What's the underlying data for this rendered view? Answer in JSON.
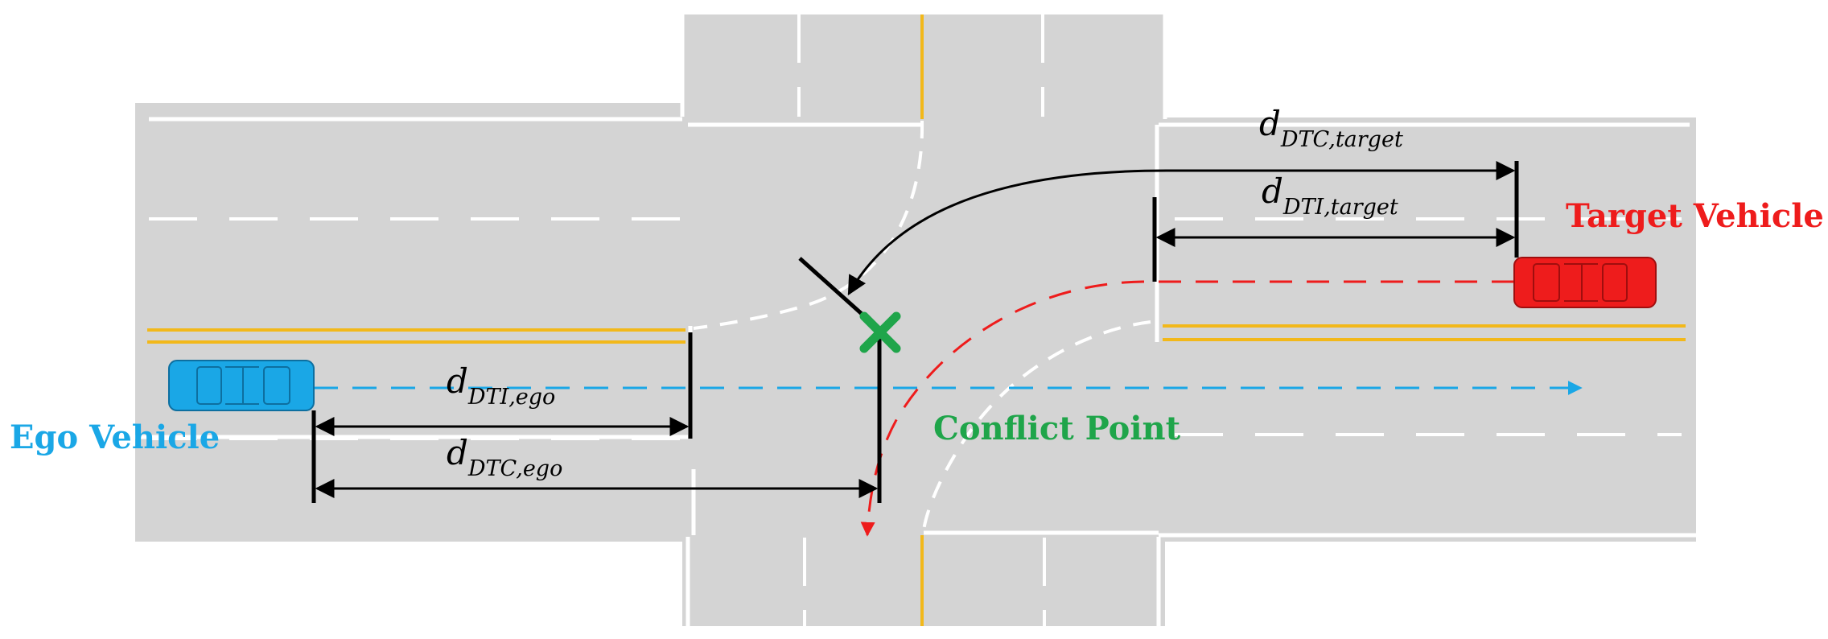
{
  "labels": {
    "ego_vehicle": "Ego Vehicle",
    "target_vehicle": "Target Vehicle",
    "conflict_point": "Conflict Point"
  },
  "distances": {
    "dti_ego": {
      "symbol": "d",
      "subscript": "DTI,ego"
    },
    "dtc_ego": {
      "symbol": "d",
      "subscript": "DTC,ego"
    },
    "dti_target": {
      "symbol": "d",
      "subscript": "DTI,target"
    },
    "dtc_target": {
      "symbol": "d",
      "subscript": "DTC,target"
    }
  },
  "colors": {
    "road": "#d4d4d4",
    "lane_marking": "#ffffff",
    "center_line": "#f2b81a",
    "ego": "#1aa7e6",
    "target": "#ee1c1c",
    "conflict": "#1fa54a",
    "measure": "#000000"
  },
  "icons": {
    "ego_vehicle": "car-topview-blue",
    "target_vehicle": "car-topview-red",
    "conflict_point": "x-mark-green"
  }
}
